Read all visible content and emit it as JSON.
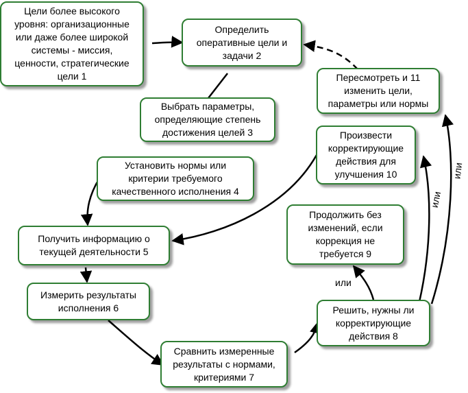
{
  "nodes": {
    "n1": "Цели более высокого\nуровня: организационные\nили даже более широкой\nсистемы - миссия,\nценности, стратегические\nцели              1",
    "n2": "Определить\nоперативные цели и\nзадачи          2",
    "n3": "Выбрать параметры,\nопределяющие степень\nдостижения целей    3",
    "n4": "Установить нормы или\nкритерии требуемого\nкачественного исполнения 4",
    "n5": "Получить информацию о\nтекущей деятельности     5",
    "n6": "Измерить результаты\nисполнения         6",
    "n7": "Сравнить измеренные\nрезультаты с нормами,\nкритериями         7",
    "n8": "Решить,  нужны ли\nкорректирующие\nдействия      8",
    "n9": "Продолжить без\nизменений, если\nкоррекция не\nтребуется        9",
    "n10": "Произвести\nкорректирующие\nдействия для\nулучшения 10",
    "n11": "Пересмотреть и    11\nизменить цели,\nпараметры или нормы"
  },
  "edge_labels": {
    "to9": "или",
    "to10": "или",
    "to11": "или"
  }
}
